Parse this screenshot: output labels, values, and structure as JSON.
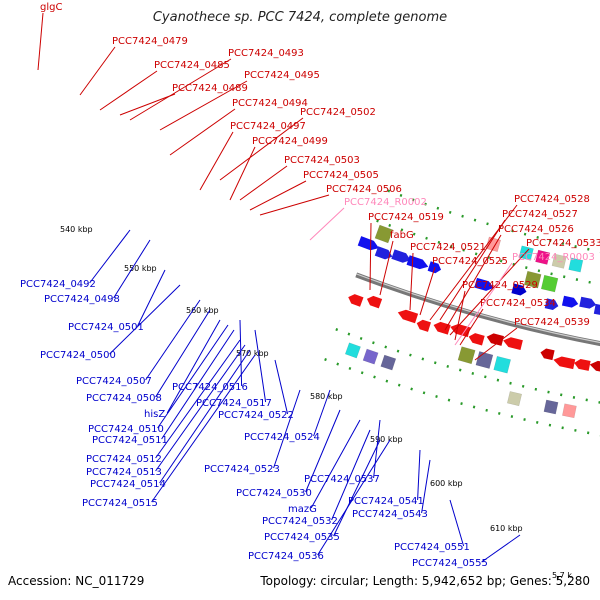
{
  "header": {
    "title": "Cyanothece sp. PCC 7424, complete genome"
  },
  "footer": {
    "accession": "Accession: NC_011729",
    "summary": "Topology: circular; Length: 5,942,652 bp; Genes: 5,280"
  },
  "colors": {
    "forward_label": "#cc0000",
    "reverse_label": "#0000cc",
    "rna_label": "#ff88bb",
    "backbone": "#888888",
    "forward_gene": "#ee1111",
    "reverse_gene": "#1111ee"
  },
  "ticks": [
    "540 kbp",
    "550 kbp",
    "560 kbp",
    "570 kbp",
    "580 kbp",
    "590 kbp",
    "600 kbp",
    "610 kbp"
  ],
  "labels_forward": [
    "glgC",
    "PCC7424_0479",
    "PCC7424_0493",
    "PCC7424_0485",
    "PCC7424_0495",
    "PCC7424_0489",
    "PCC7424_0494",
    "PCC7424_0502",
    "PCC7424_0497",
    "PCC7424_0499",
    "PCC7424_0503",
    "PCC7424_0505",
    "PCC7424_0506",
    "PCC7424_0519",
    "fabG",
    "PCC7424_0521",
    "PCC7424_0525",
    "PCC7424_0528",
    "PCC7424_0527",
    "PCC7424_0526",
    "PCC7424_0533",
    "PCC7424_0529",
    "PCC7424_0534",
    "PCC7424_0539"
  ],
  "labels_rna": [
    "PCC7424_R0002",
    "PCC7424_R0003"
  ],
  "labels_reverse": [
    "PCC7424_0492",
    "PCC7424_0498",
    "PCC7424_0501",
    "PCC7424_0500",
    "PCC7424_0507",
    "PCC7424_0516",
    "PCC7424_0508",
    "PCC7424_0517",
    "hisZ",
    "PCC7424_0522",
    "PCC7424_0510",
    "PCC7424_0511",
    "PCC7424_0524",
    "PCC7424_0512",
    "PCC7424_0513",
    "PCC7424_0523",
    "PCC7424_0514",
    "PCC7424_0537",
    "PCC7424_0530",
    "PCC7424_0515",
    "mazG",
    "PCC7424_0541",
    "PCC7424_0532",
    "PCC7424_0543",
    "PCC7424_0535",
    "PCC7424_0551",
    "PCC7424_0536",
    "PCC7424_0555"
  ],
  "corner_tick": "5,7 k"
}
